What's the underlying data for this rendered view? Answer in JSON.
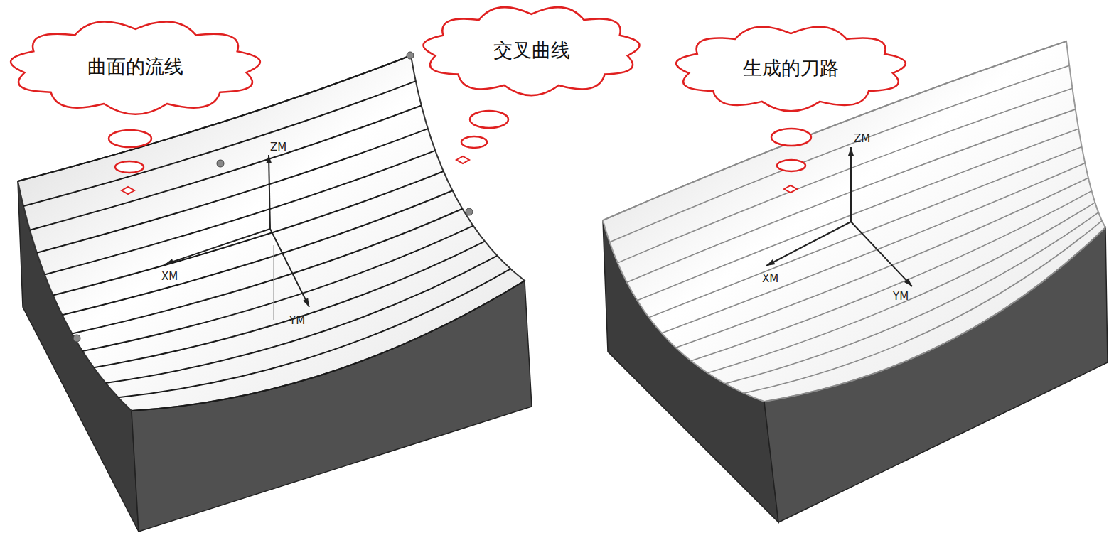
{
  "diagram": {
    "nodes": [
      {
        "text": [
          "曲面的流线"
        ]
      },
      {
        "text": [
          "交叉曲线"
        ]
      },
      {
        "text": [
          "生成的刀路"
        ]
      }
    ],
    "labels": [
      "ZM",
      "XM",
      "YM",
      "ZM",
      "XM",
      "YM"
    ]
  }
}
